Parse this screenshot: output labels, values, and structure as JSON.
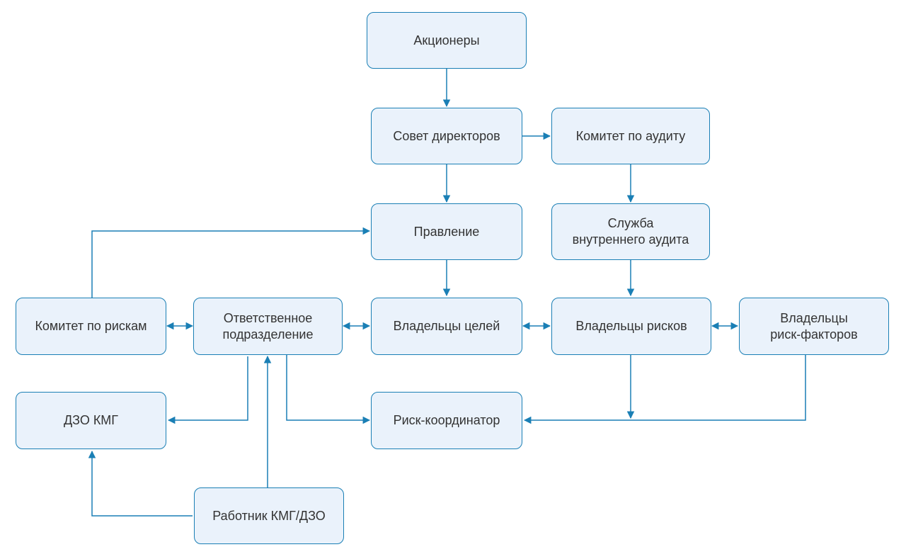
{
  "diagram": {
    "line_color": "#1a7fb5",
    "box_fill": "#eaf2fb",
    "text_color": "#333333",
    "nodes": {
      "shareholders": "Акционеры",
      "board": "Совет директоров",
      "audit_committee": "Комитет по аудиту",
      "management": "Правление",
      "internal_audit": "Служба\nвнутреннего аудита",
      "risk_committee": "Комитет по рискам",
      "responsible_unit": "Ответственное\nподразделение",
      "goal_owners": "Владельцы целей",
      "risk_owners": "Владельцы рисков",
      "risk_factor_owners": "Владельцы\nриск-факторов",
      "subsidiaries": "ДЗО КМГ",
      "risk_coordinator": "Риск-координатор",
      "employee": "Работник КМГ/ДЗО"
    }
  }
}
